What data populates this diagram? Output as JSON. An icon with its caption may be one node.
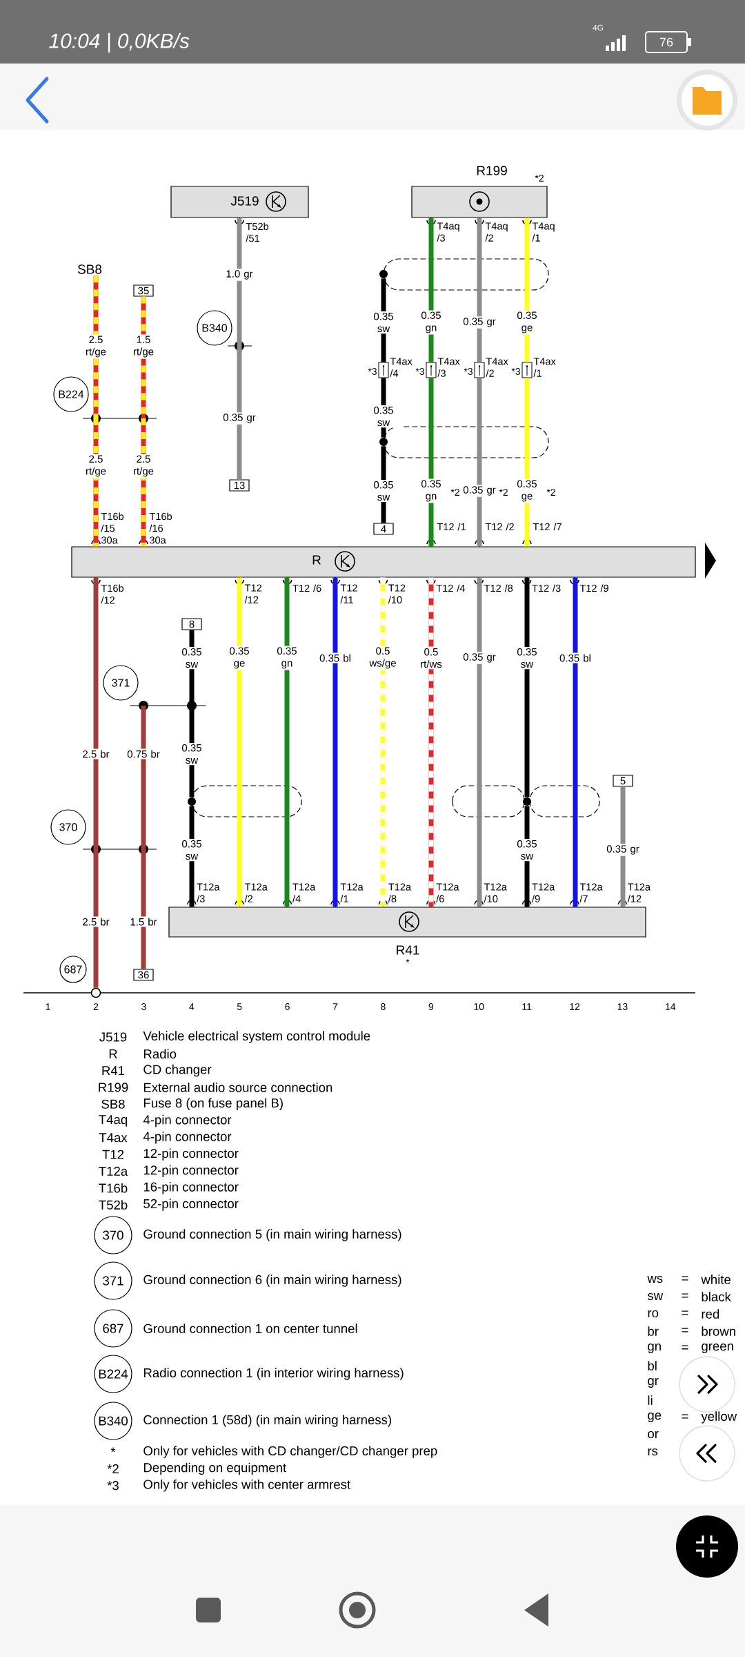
{
  "diagram": {
    "nodes": [
      {
        "text": [
          "J519"
        ]
      },
      {
        "text": [
          "R199"
        ],
        "beside": [
          "*2"
        ]
      },
      {
        "text": [
          "R"
        ]
      },
      {
        "text": [
          "R41"
        ],
        "beside": [
          "*"
        ]
      },
      {
        "text": [
          "SB8"
        ]
      },
      {
        "text": [
          "35"
        ]
      },
      {
        "text": [
          "B224"
        ]
      },
      {
        "text": [],
        "shape": "bar"
      },
      {
        "text": [
          "B340"
        ]
      },
      {
        "text": [],
        "shape": "bar"
      },
      {
        "text": [
          "13"
        ]
      },
      {
        "text": [],
        "shape": "circle"
      },
      {
        "text": [
          "T4ax /4"
        ],
        "beside": [
          "*3"
        ]
      },
      {
        "text": [
          "T4ax /3"
        ],
        "beside": [
          "*3"
        ]
      },
      {
        "text": [
          "T4ax /2"
        ],
        "beside": [
          "*3"
        ]
      },
      {
        "text": [
          "T4ax /1"
        ],
        "beside": [
          "*3"
        ]
      },
      {
        "text": [],
        "shape": "circle"
      },
      {
        "text": [
          "4"
        ]
      },
      {
        "text": [
          "8"
        ]
      },
      {
        "text": [
          "371"
        ]
      },
      {
        "text": [],
        "shape": "bar"
      },
      {
        "text": [
          "370"
        ]
      },
      {
        "text": [],
        "shape": "bar"
      },
      {
        "text": [],
        "shape": "circle"
      },
      {
        "text": [],
        "shape": "circle"
      },
      {
        "text": [
          "5"
        ]
      },
      {
        "text": [
          "36"
        ]
      },
      {
        "text": [],
        "shape": "circle"
      },
      {
        "text": [
          "687"
        ]
      },
      {
        "text": [
          "370"
        ],
        "beside": [
          "Ground connection 5 (in main wiring harness)"
        ]
      },
      {
        "text": [
          "371"
        ],
        "beside": [
          "Ground connection 6 (in main wiring harness)"
        ]
      },
      {
        "text": [
          "687"
        ],
        "beside": [
          "Ground connection 1 on center tunnel"
        ]
      },
      {
        "text": [
          "B224"
        ],
        "beside": [
          "Radio connection 1 (in interior wiring harness)"
        ]
      },
      {
        "text": [
          "B340"
        ],
        "beside": [
          "Connection 1 (58d) (in main wiring harness)"
        ]
      }
    ],
    "edges": [
      {
        "from": 4,
        "to": 7,
        "arrow": "none",
        "label": "2.5 rt/ge",
        "color": "#e3262b"
      },
      {
        "from": 5,
        "to": 7,
        "arrow": "none",
        "label": "1.5 rt/ge",
        "color": "#e3262b"
      },
      {
        "from": 7,
        "to": 2,
        "arrow": "none",
        "label": "2.5 rt/ge",
        "color": "#e3262b"
      },
      {
        "from": 7,
        "to": 2,
        "arrow": "none",
        "label": "2.5 rt/ge",
        "color": "#e3262b"
      },
      {
        "from": 0,
        "to": 9,
        "arrow": "none",
        "label": "1.0 gr",
        "color": "#8c8c8c"
      },
      {
        "from": 9,
        "to": 10,
        "arrow": "none",
        "label": "0.35 gr",
        "color": "#8c8c8c"
      },
      {
        "from": 11,
        "to": 12,
        "arrow": "none",
        "label": "0.35 sw",
        "color": "#000000"
      },
      {
        "from": 12,
        "to": 16,
        "arrow": "none",
        "label": "0.35 sw",
        "color": "#000000"
      },
      {
        "from": 16,
        "to": 17,
        "arrow": "none",
        "label": "0.35 sw",
        "color": "#000000"
      },
      {
        "from": 1,
        "to": 13,
        "arrow": "none",
        "label": "0.35 gn",
        "color": "#1a8a1a"
      },
      {
        "from": 13,
        "to": 2,
        "arrow": "none",
        "label": "0.35 gn",
        "color": "#1a8a1a"
      },
      {
        "from": 1,
        "to": 14,
        "arrow": "none",
        "label": "0.35 gr",
        "color": "#8c8c8c"
      },
      {
        "from": 14,
        "to": 2,
        "arrow": "none",
        "label": "0.35 gr",
        "color": "#8c8c8c"
      },
      {
        "from": 1,
        "to": 15,
        "arrow": "none",
        "label": "0.35 ge",
        "color": "#ffff24"
      },
      {
        "from": 15,
        "to": 2,
        "arrow": "none",
        "label": "0.35 ge",
        "color": "#ffff24"
      },
      {
        "from": 2,
        "to": 22,
        "arrow": "none",
        "label": "2.5 br",
        "color": "#a33b3b"
      },
      {
        "from": 22,
        "to": 27,
        "arrow": "none",
        "label": "2.5 br",
        "color": "#a33b3b"
      },
      {
        "from": 20,
        "to": 22,
        "arrow": "none",
        "label": "0.75 br",
        "color": "#a33b3b"
      },
      {
        "from": 22,
        "to": 26,
        "arrow": "none",
        "label": "1.5 br",
        "color": "#a33b3b"
      },
      {
        "from": 18,
        "to": 20,
        "arrow": "none",
        "label": "0.35 sw",
        "color": "#000000"
      },
      {
        "from": 20,
        "to": 23,
        "arrow": "none",
        "label": "0.35 sw",
        "color": "#000000"
      },
      {
        "from": 23,
        "to": 3,
        "arrow": "none",
        "label": "0.35 sw",
        "color": "#000000"
      },
      {
        "from": 2,
        "to": 3,
        "arrow": "none",
        "label": "0.35 ge",
        "color": "#ffff24"
      },
      {
        "from": 2,
        "to": 3,
        "arrow": "none",
        "label": "0.35 gn",
        "color": "#1a8a1a"
      },
      {
        "from": 2,
        "to": 3,
        "arrow": "none",
        "label": "0.35 bl",
        "color": "#1414e6"
      },
      {
        "from": 2,
        "to": 3,
        "arrow": "none",
        "label": "0.5 ws/ge",
        "color": "#ffff24"
      },
      {
        "from": 2,
        "to": 3,
        "arrow": "none",
        "label": "0.5 rt/ws",
        "color": "#e3262b"
      },
      {
        "from": 2,
        "to": 3,
        "arrow": "none",
        "label": "0.35 gr",
        "color": "#8c8c8c"
      },
      {
        "from": 2,
        "to": 24,
        "arrow": "none",
        "label": "0.35 sw",
        "color": "#000000"
      },
      {
        "from": 24,
        "to": 3,
        "arrow": "none",
        "label": "0.35 sw",
        "color": "#000000"
      },
      {
        "from": 2,
        "to": 3,
        "arrow": "none",
        "label": "0.35 bl",
        "color": "#1414e6"
      },
      {
        "from": 25,
        "to": 3,
        "arrow": "none",
        "label": "0.35 gr",
        "color": "#8c8c8c"
      }
    ],
    "labels": [
      "10:04 | 0,0KB/s",
      "4G",
      "76",
      "T52b /51",
      "T4aq /3",
      "T4aq /2",
      "T4aq /1",
      "*2",
      "*2",
      "*2",
      "T16b /15 30a",
      "T16b /16 30a",
      "T12 /1",
      "T12 /2",
      "T12 /7",
      "T16b /12",
      "T12 /12",
      "T12 /6",
      "T12 /11",
      "T12 /10",
      "T12 /4",
      "T12 /8",
      "T12 /3",
      "T12 /9",
      "T12a /3",
      "T12a /2",
      "T12a /4",
      "T12a /1",
      "T12a /8",
      "T12a /6",
      "T12a /10",
      "T12a /9",
      "T12a /7",
      "T12a /12",
      "1",
      "2",
      "3",
      "4",
      "5",
      "6",
      "7",
      "8",
      "9",
      "10",
      "11",
      "12",
      "13",
      "14",
      "J519",
      "Vehicle electrical system control module",
      "R",
      "Radio",
      "R41",
      "CD changer",
      "R199",
      "External audio source connection",
      "SB8",
      "Fuse 8 (on fuse panel B)",
      "T4aq",
      "4-pin connector",
      "T4ax",
      "4-pin connector",
      "T12",
      "12-pin connector",
      "T12a",
      "12-pin connector",
      "T16b",
      "16-pin connector",
      "T52b",
      "52-pin connector",
      "*",
      "Only for vehicles with CD changer/CD changer prep",
      "*2",
      "Depending on equipment",
      "*3",
      "Only for vehicles with center armrest",
      "ws",
      "=",
      "white",
      "sw",
      "=",
      "black",
      "ro",
      "=",
      "red",
      "br",
      "=",
      "brown",
      "gn",
      "=",
      "green",
      "bl",
      "gr",
      "li",
      "ge",
      "=",
      "yellow",
      "or",
      "rs"
    ]
  }
}
